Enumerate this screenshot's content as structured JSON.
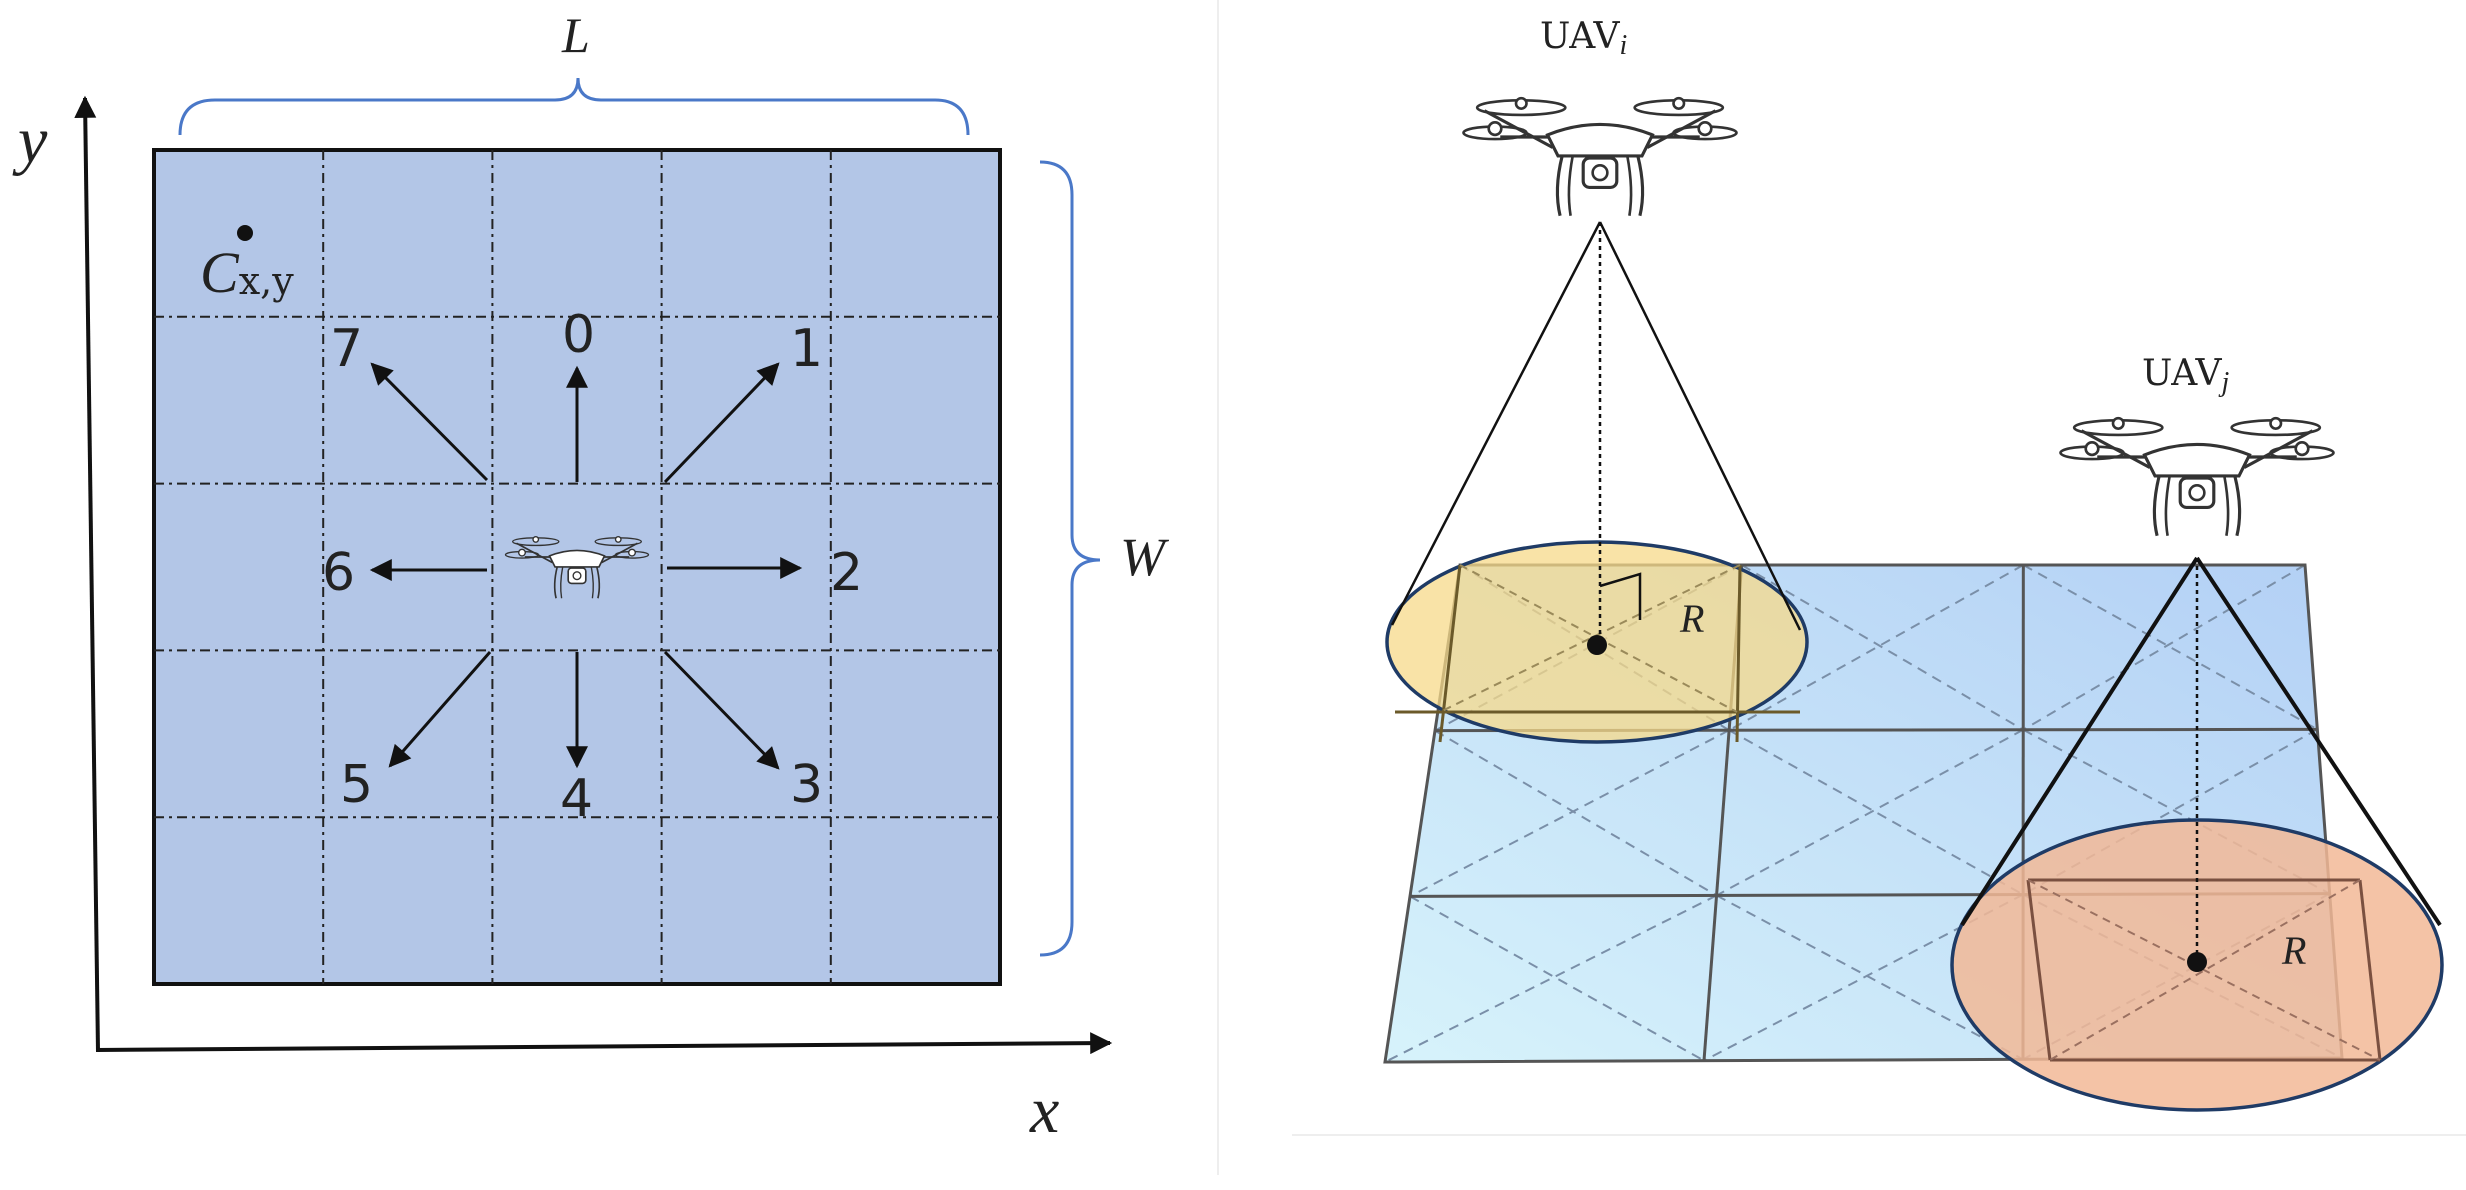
{
  "left_panel": {
    "axis_x_label": "x",
    "axis_y_label": "y",
    "length_label": "L",
    "width_label": "W",
    "cell_label_main": "C",
    "cell_label_sub": "x,y",
    "directions": [
      "0",
      "1",
      "2",
      "3",
      "4",
      "5",
      "6",
      "7"
    ],
    "grid_rows": 5,
    "grid_cols": 5,
    "grid_fill": "#b3c6e7",
    "bracket_color": "#4a78c8"
  },
  "right_panel": {
    "uav_i_main": "UAV",
    "uav_i_sub": "i",
    "uav_j_main": "UAV",
    "uav_j_sub": "j",
    "radius_label_i": "R",
    "radius_label_j": "R",
    "grid_rows": 3,
    "grid_cols": 3,
    "coverage_i_color": "#f7d98a",
    "coverage_j_color": "#f2b896"
  }
}
